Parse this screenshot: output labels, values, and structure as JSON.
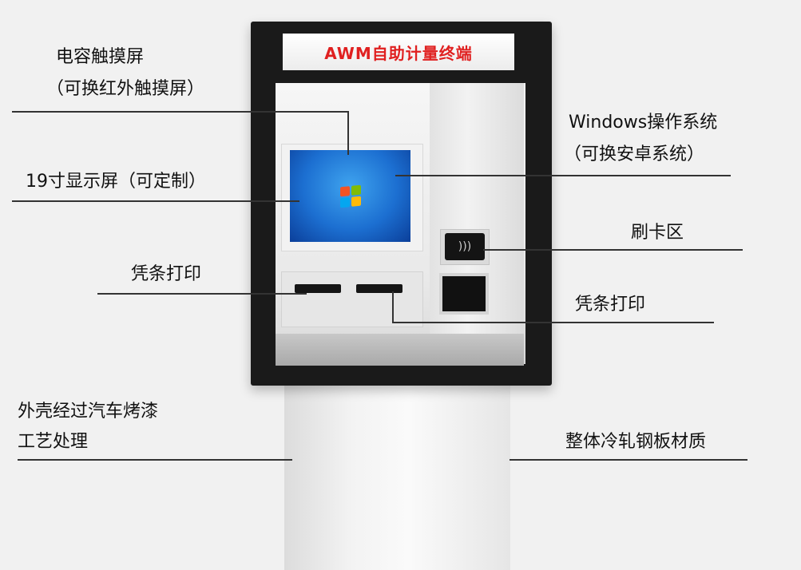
{
  "sign": {
    "title": "AWM自助计量终端"
  },
  "labels": {
    "touch_line1": "电容触摸屏",
    "touch_line2": "（可换红外触摸屏）",
    "os_line1": "Windows操作系统",
    "os_line2": "（可换安卓系统）",
    "display": "19寸显示屏（可定制）",
    "card_area": "刷卡区",
    "receipt_left": "凭条打印",
    "receipt_right": "凭条打印",
    "shell_line1": "外壳经过汽车烤漆",
    "shell_line2": "工艺处理",
    "material": "整体冷轧钢板材质"
  },
  "icons": {
    "windows_logo": "windows-logo-icon",
    "card_reader": "nfc-icon"
  },
  "colors": {
    "sign_text": "#e02020",
    "frame": "#1a1a1a",
    "screen": "#1c6fd1"
  }
}
